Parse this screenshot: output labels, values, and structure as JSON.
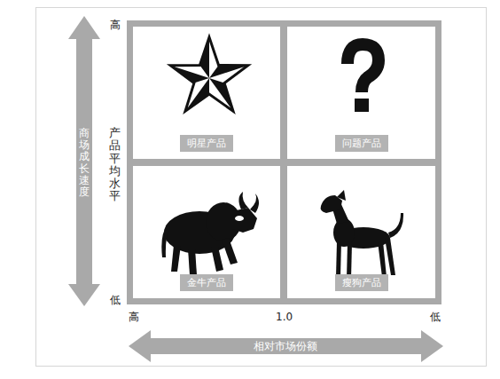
{
  "diagram": {
    "nodes": [
      {
        "text": [
          "明星产品"
        ]
      },
      {
        "text": [
          "问题产品"
        ]
      },
      {
        "text": [
          "金牛产品"
        ]
      },
      {
        "text": [
          "瘦狗产品"
        ]
      }
    ],
    "labels": [
      "高",
      "商场成长速度",
      "产品平均水平",
      "低",
      "高",
      "1.0",
      "低",
      "相对市场份额"
    ]
  }
}
